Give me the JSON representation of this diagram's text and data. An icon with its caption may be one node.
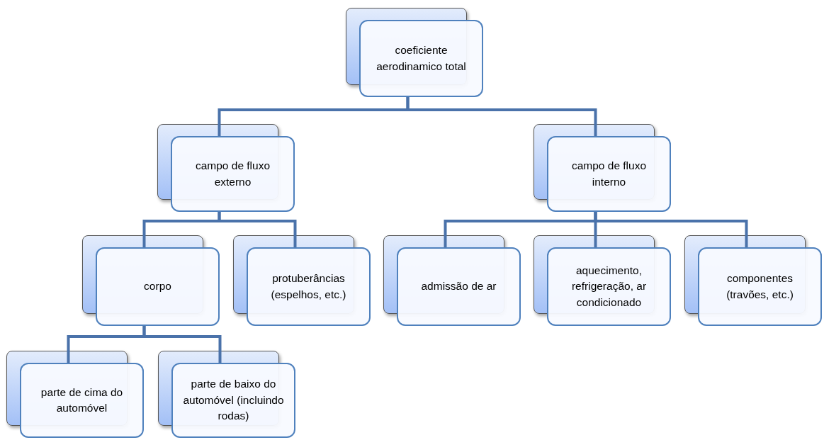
{
  "diagram": {
    "nodes": [
      {
        "text": [
          "coeficiente aerodinamico total"
        ]
      },
      {
        "text": [
          "campo de fluxo externo"
        ]
      },
      {
        "text": [
          "campo de fluxo interno"
        ]
      },
      {
        "text": [
          "corpo"
        ]
      },
      {
        "text": [
          "protuberâncias (espelhos, etc.)"
        ]
      },
      {
        "text": [
          "admissão de ar"
        ]
      },
      {
        "text": [
          "aquecimento, refrigeração, ar condicionado"
        ]
      },
      {
        "text": [
          "componentes (travões, etc.)"
        ]
      },
      {
        "text": [
          "parte de cima do automóvel"
        ]
      },
      {
        "text": [
          "parte de baixo do automóvel (incluindo rodas)"
        ]
      }
    ],
    "edges": [
      {
        "from": 0,
        "to": 1,
        "arrow": "none"
      },
      {
        "from": 0,
        "to": 2,
        "arrow": "none"
      },
      {
        "from": 1,
        "to": 3,
        "arrow": "none"
      },
      {
        "from": 1,
        "to": 4,
        "arrow": "none"
      },
      {
        "from": 2,
        "to": 5,
        "arrow": "none"
      },
      {
        "from": 2,
        "to": 6,
        "arrow": "none"
      },
      {
        "from": 2,
        "to": 7,
        "arrow": "none"
      },
      {
        "from": 3,
        "to": 8,
        "arrow": "none"
      },
      {
        "from": 3,
        "to": 9,
        "arrow": "none"
      }
    ]
  }
}
